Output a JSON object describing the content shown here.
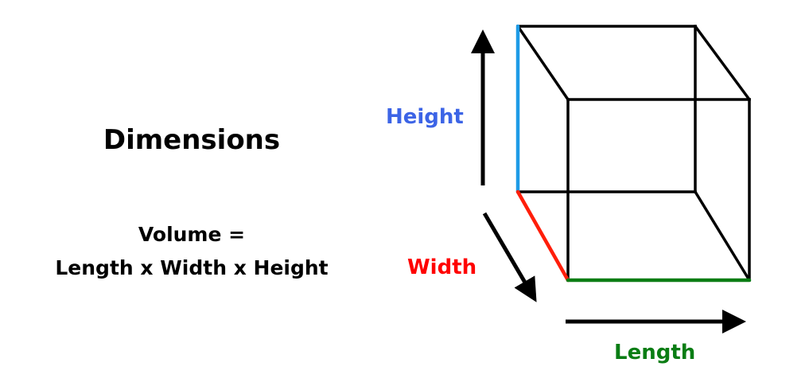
{
  "title": "Dimensions",
  "formula": {
    "line1": "Volume =",
    "line2": "Length x Width x Height"
  },
  "labels": {
    "height": "Height",
    "width": "Width",
    "length": "Length"
  },
  "colors": {
    "text": "#000000",
    "height": "#3c64e6",
    "height_edge": "#1e9be6",
    "width": "#ff0000",
    "length": "#0a7d14",
    "edge": "#000000"
  }
}
